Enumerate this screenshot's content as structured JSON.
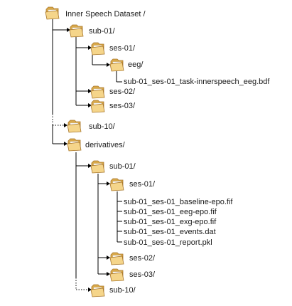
{
  "tree": {
    "root": "Inner Speech Dataset /",
    "sub01": "sub-01/",
    "ses01": "ses-01/",
    "eeg": "eeg/",
    "bdf": "sub-01_ses-01_task-innerspeech_eeg.bdf",
    "ses02": "ses-02/",
    "ses03": "ses-03/",
    "sub10": "sub-10/",
    "derivatives": "derivatives/",
    "d_sub01": "sub-01/",
    "d_ses01": "ses-01/",
    "d_files": [
      "sub-01_ses-01_baseline-epo.fif",
      "sub-01_ses-01_eeg-epo.fif",
      "sub-01_ses-01_exg-epo.fif",
      "sub-01_ses-01_events.dat",
      "sub-01_ses-01_report.pkl"
    ],
    "d_ses02": "ses-02/",
    "d_ses03": "ses-03/",
    "d_sub10": "sub-10/"
  },
  "icons": {
    "folder": "folder-icon",
    "arrow": "arrow-icon"
  },
  "colors": {
    "folder_body": "#f5d58a",
    "folder_back": "#d9a94a",
    "folder_edge": "#a8762a",
    "paper": "#ffffff"
  }
}
